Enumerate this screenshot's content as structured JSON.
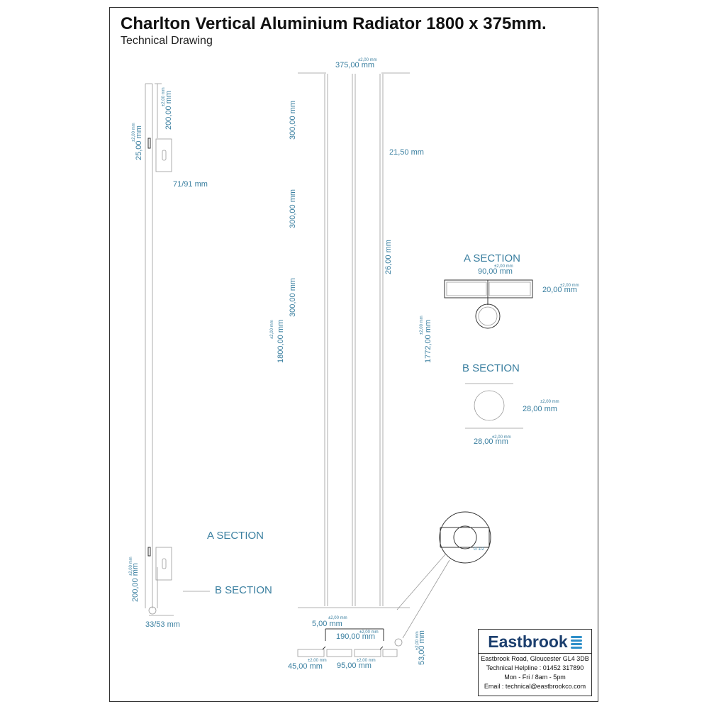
{
  "header": {
    "title": "Charlton Vertical Aluminium Radiator 1800 x 375mm.",
    "subtitle": "Technical Drawing"
  },
  "tolerance": "±2,00 mm",
  "dimensions": {
    "width_375": "375,00 mm",
    "side_200_top": "200,00 mm",
    "side_25": "25,00 mm",
    "bracket_7191": "71/91 mm",
    "pitch_300_a": "300,00 mm",
    "pitch_300_b": "300,00 mm",
    "pitch_300_c": "300,00 mm",
    "gap_2150": "21,50 mm",
    "tube_26": "26,00 mm",
    "height_1800": "1800,00 mm",
    "height_1772": "1772,00 mm",
    "side_200_bottom": "200,00 mm",
    "offset_3353": "33/53 mm",
    "gap_5": "5,00 mm",
    "span_190": "190,00 mm",
    "bottom_45": "45,00 mm",
    "bottom_95": "95,00 mm",
    "bottom_53": "53,00 mm"
  },
  "sections": {
    "a_title": "A SECTION",
    "a_width": "90,00 mm",
    "a_depth": "20,00 mm",
    "b_title": "B SECTION",
    "b_height": "28,00 mm",
    "b_width": "28,00 mm",
    "side_a_label": "A SECTION",
    "side_b_label": "B SECTION",
    "thread": "G 1/2"
  },
  "company": {
    "name": "Eastbrook",
    "address": "Eastbrook Road, Gloucester GL4 3DB",
    "helpline": "Technical Helpline : 01452 317890",
    "hours": "Mon - Fri / 8am - 5pm",
    "email": "Email : technical@eastbrookco.com"
  },
  "colors": {
    "dimension": "#3a7fa0",
    "brand": "#1c3f6e",
    "brand_accent": "#2e8fc9"
  }
}
